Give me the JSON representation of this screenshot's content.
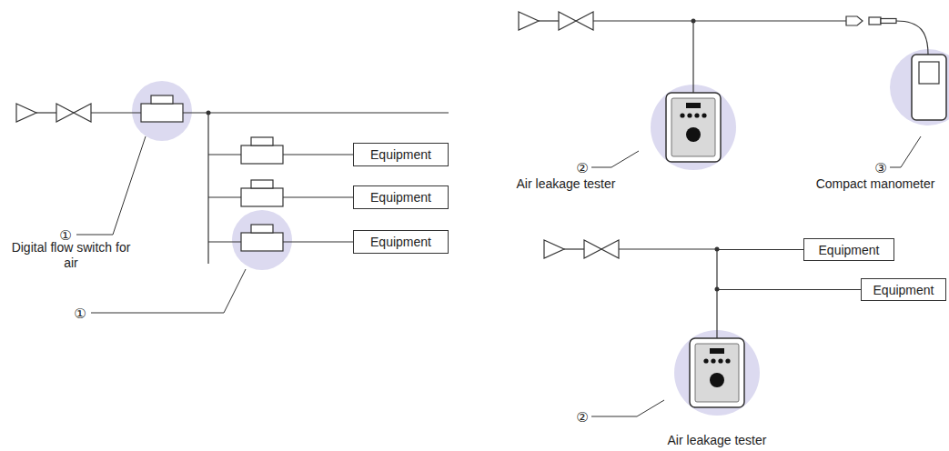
{
  "diagram": {
    "nodes": [
      {
        "text": [
          "Equipment"
        ]
      },
      {
        "text": [
          "Equipment"
        ]
      },
      {
        "text": [
          "Equipment"
        ]
      },
      {
        "text": [
          "Equipment"
        ]
      },
      {
        "text": [
          "Equipment"
        ]
      }
    ],
    "edges": [
      {
        "from": 3,
        "to": 4,
        "arrow": "none"
      }
    ],
    "labels": [
      "①",
      "Digital flow switch for air",
      "①",
      "②",
      "Air leakage tester",
      "③",
      "Compact manometer",
      "②",
      "Air leakage tester"
    ]
  }
}
